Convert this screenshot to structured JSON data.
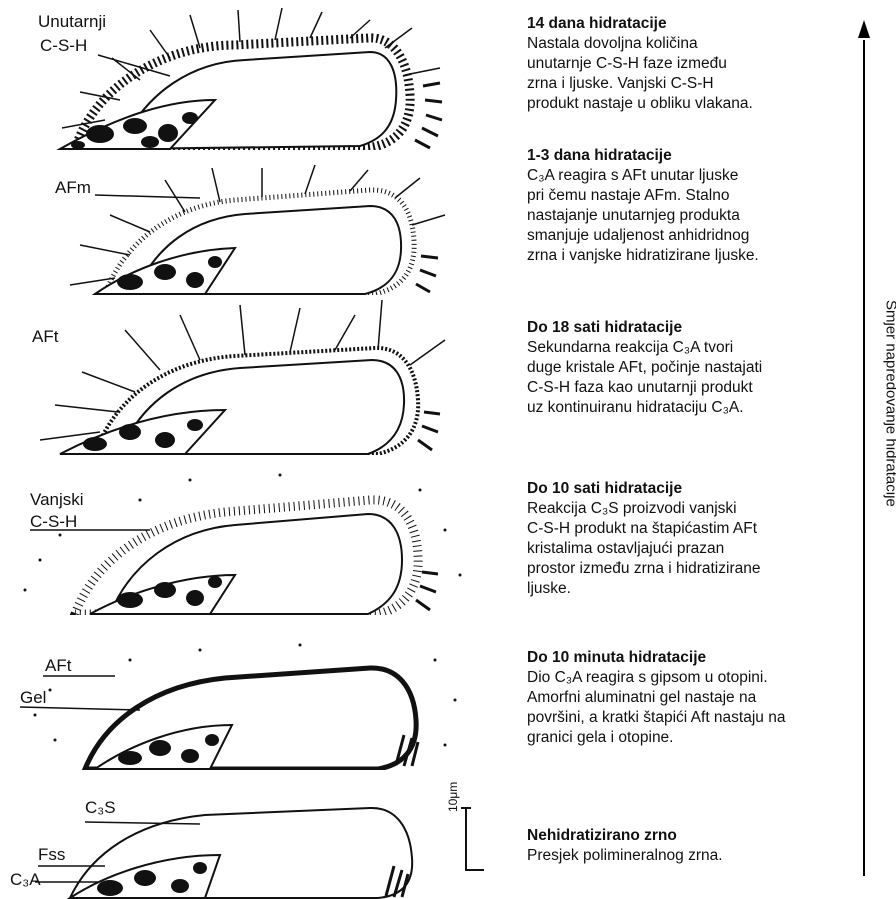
{
  "stages": [
    {
      "id": "s6",
      "title": "14 dana hidratacije",
      "lines": [
        "Nastala dovoljna količina",
        "unutarnje C-S-H faze između",
        "zrna i ljuske. Vanjski C-S-H",
        "produkt nastaje u obliku vlakana."
      ],
      "labels": [
        "Unutarnji",
        "C-S-H"
      ]
    },
    {
      "id": "s5",
      "title": "1-3 dana hidratacije",
      "lines": [
        "C₃A reagira s AFt unutar ljuske",
        "pri čemu nastaje AFm. Stalno",
        "nastajanje unutarnjeg produkta",
        "smanjuje udaljenost anhidridnog",
        "zrna i vanjske hidratizirane ljuske."
      ],
      "labels": [
        "AFm"
      ]
    },
    {
      "id": "s4",
      "title": "Do 18 sati hidratacije",
      "lines": [
        "Sekundarna reakcija C₃A tvori",
        "duge kristale AFt, počinje nastajati",
        "C-S-H faza kao unutarnji produkt",
        "uz kontinuiranu hidrataciju C₃A."
      ],
      "labels": [
        "AFt"
      ]
    },
    {
      "id": "s3",
      "title": "Do 10 sati hidratacije",
      "lines": [
        "Reakcija C₃S proizvodi vanjski",
        "C-S-H produkt na štapićastim AFt",
        "kristalima  ostavljajući prazan",
        "prostor između zrna i hidratizirane",
        "ljuske."
      ],
      "labels": [
        "Vanjski",
        "C-S-H"
      ]
    },
    {
      "id": "s2",
      "title": "Do 10 minuta hidratacije",
      "lines": [
        "Dio C₃A reagira s gipsom u otopini.",
        "Amorfni aluminatni gel nastaje na",
        "površini, a kratki štapići Aft nastaju na",
        "granici gela i otopine."
      ],
      "labels": [
        "AFt",
        "Gel"
      ]
    },
    {
      "id": "s1",
      "title": "Nehidratizirano zrno",
      "lines": [
        "Presjek polimineralnog zrna."
      ],
      "labels": [
        "C₃S",
        "Fss",
        "C₃A"
      ]
    }
  ],
  "scale": "10μm",
  "axis_label": "Smjer napredovanje hidratacije"
}
